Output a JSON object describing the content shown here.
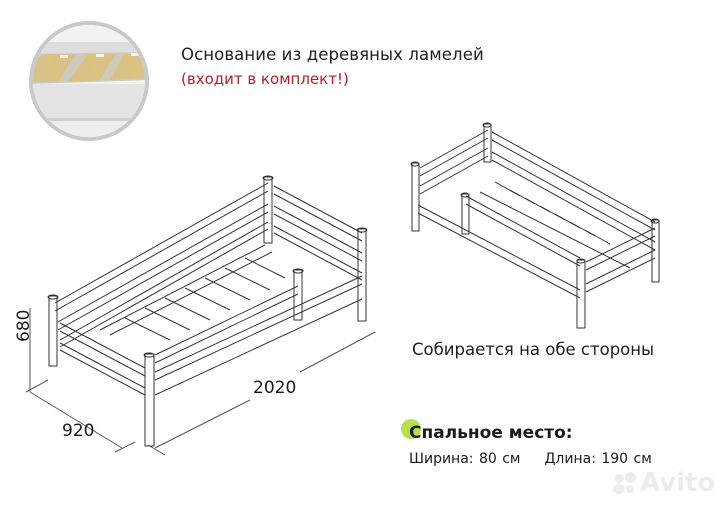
{
  "header": {
    "title": "Основание из деревяных ламелей",
    "subtitle": "(входит в комплект!)"
  },
  "inset": {
    "icon": "lamella-closeup-image",
    "colors": {
      "ring": "#c9c9c9",
      "frame": "#dcdcdc",
      "slat": "#d9c28a",
      "slat_edge": "#e8c94a"
    }
  },
  "dimensions": {
    "height": "680",
    "width": "920",
    "length": "2020"
  },
  "right_view": {
    "caption": "Собирается на обе стороны"
  },
  "sleeping_area": {
    "title": "Спальное место:",
    "width": "Ширина: 80 см",
    "length": "Длина: 190 см",
    "accent": "#b8e04a"
  },
  "watermark": {
    "text": "Avito",
    "color": "#ececec"
  }
}
